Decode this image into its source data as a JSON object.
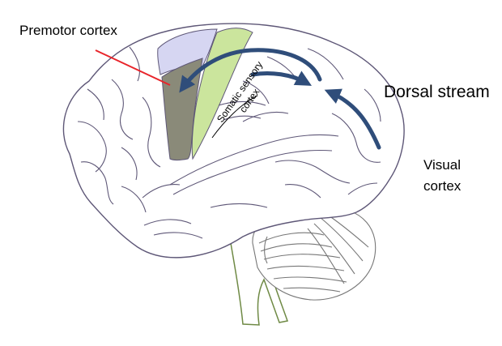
{
  "labels": {
    "premotor": "Premotor cortex",
    "dorsal_stream": "Dorsal stream",
    "visual_line1": "Visual",
    "visual_line2": "cortex",
    "somatic_line1": "Somatic sensory",
    "somatic_line2": "cortex"
  },
  "colors": {
    "outline": "#5e5777",
    "premotor_region": "#8a8a79",
    "somatosensory_region": "#cbe59d",
    "motor_region": "#d6d6f2",
    "arrow": "#2f4d7a",
    "pointer": "#e8242a",
    "brainstem_outline": "#6f8a45"
  }
}
